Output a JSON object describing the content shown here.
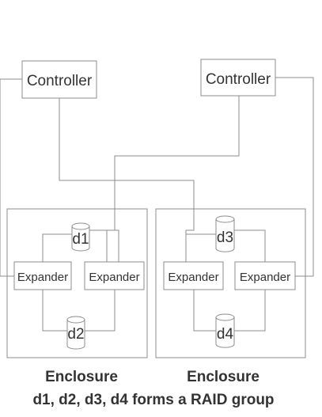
{
  "controllers": [
    {
      "label": "Controller"
    },
    {
      "label": "Controller"
    }
  ],
  "enclosures": [
    {
      "label": "Enclosure",
      "expanders": [
        {
          "label": "Expander"
        },
        {
          "label": "Expander"
        }
      ],
      "disks": [
        {
          "label": "d1"
        },
        {
          "label": "d2"
        }
      ]
    },
    {
      "label": "Enclosure",
      "expanders": [
        {
          "label": "Expander"
        },
        {
          "label": "Expander"
        }
      ],
      "disks": [
        {
          "label": "d3"
        },
        {
          "label": "d4"
        }
      ]
    }
  ],
  "footer": {
    "caption": "d1, d2, d3, d4 forms a RAID group"
  },
  "colors": {
    "stroke": "#8c8c8c",
    "text": "#333333",
    "background": "#ffffff"
  }
}
